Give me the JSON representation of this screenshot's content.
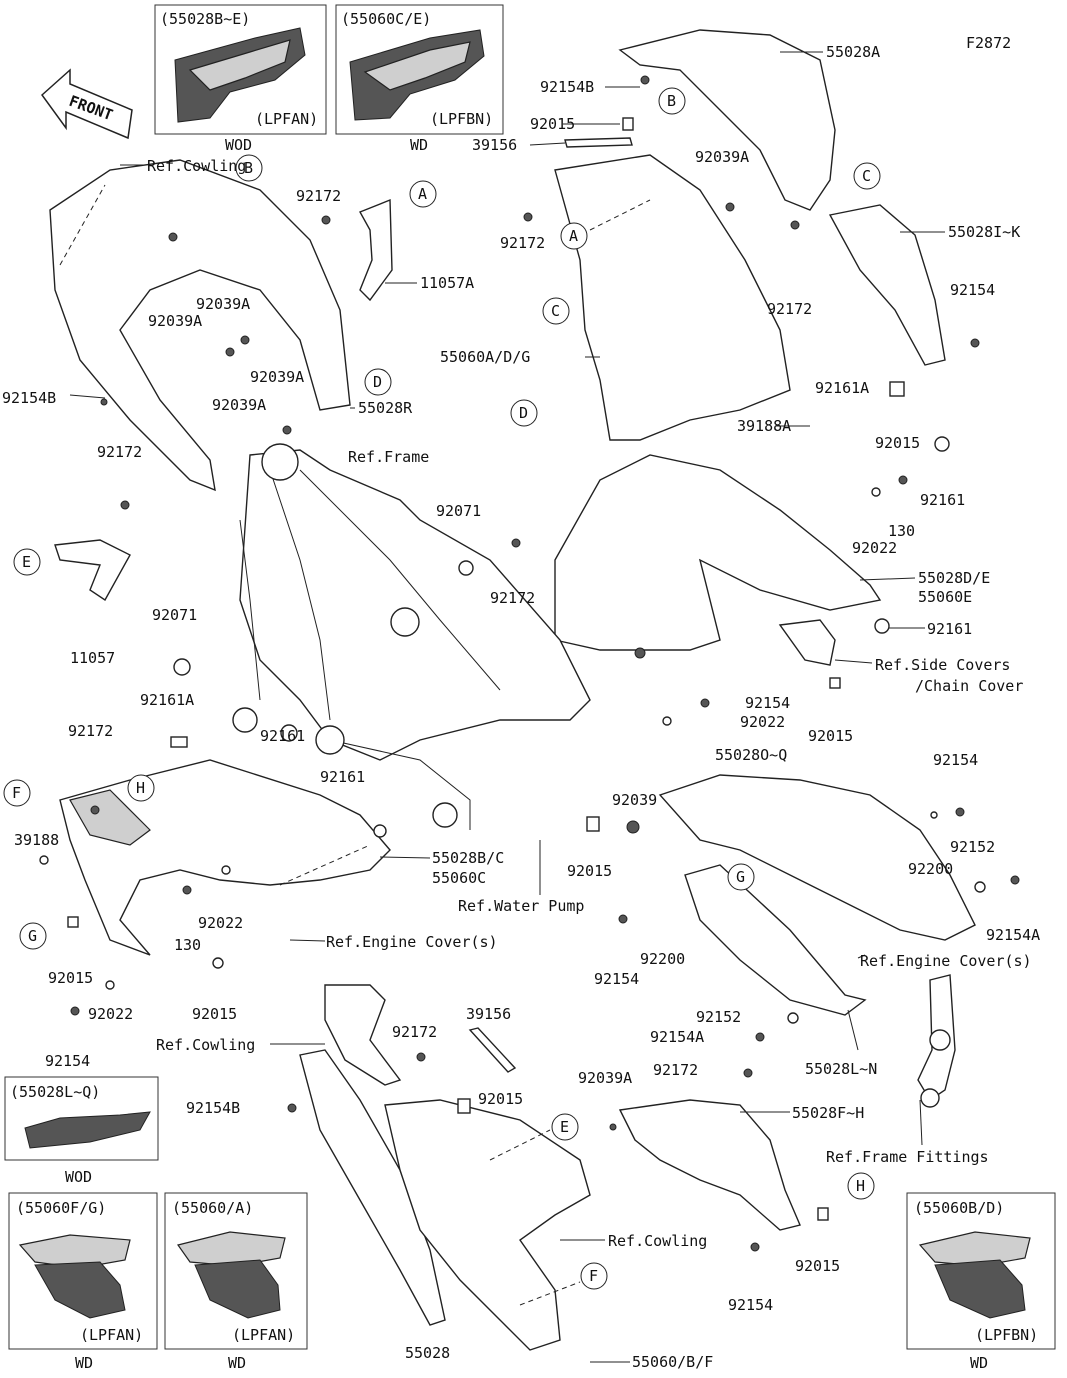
{
  "figure_code": "F2872",
  "front_arrow": "FRONT",
  "part_labels": {
    "p55028A": "55028A",
    "p92154B_top": "92154B",
    "p92015_top": "92015",
    "p39156_top": "39156",
    "p92039A_top": "92039A",
    "p92172_top": "92172",
    "p550281K": "55028I~K",
    "p92154_r": "92154",
    "p92172_r": "92172",
    "p55060ADG": "55060A/D/G",
    "p39188A": "39188A",
    "p92161A_r": "92161A",
    "p92015_r": "92015",
    "p92161_r": "92161",
    "p130_r": "130",
    "p92022_r": "92022",
    "p55028DE": "55028D/E",
    "p55060E": "55060E",
    "p92161_r2": "92161",
    "p92071_c": "92071",
    "p92172_c": "92172",
    "p92154_c": "92154",
    "p92022_c": "92022",
    "p92015_c": "92015",
    "p92172_l": "92172",
    "p92039A_l1": "92039A",
    "p92039A_l2": "92039A",
    "p92039A_l3": "92039A",
    "p92039A_l4": "92039A",
    "p11057A": "11057A",
    "p92154B_l": "92154B",
    "p55028R": "55028R",
    "p92172_l2": "92172",
    "p11057": "11057",
    "p92071_l": "92071",
    "p92161A_l": "92161A",
    "p92161_l": "92161",
    "p92161_l2": "92161",
    "p92172_l3": "92172",
    "p39188": "39188",
    "p55028BC": "55028B/C",
    "p55060C": "55060C",
    "p130_l": "130",
    "p92022_l": "92022",
    "p92015_l": "92015",
    "p92022_l2": "92022",
    "p92015_l2": "92015",
    "p92154_l": "92154",
    "p92039_m": "92039",
    "p92015_m": "92015",
    "p55028OQ": "55028O~Q",
    "p92154_m": "92154",
    "p92200_m": "92200",
    "p92152_m": "92152",
    "p92154A_m": "92154A",
    "p92200_m2": "92200",
    "p92154_m2": "92154",
    "p92152_m2": "92152",
    "p92154A_m2": "92154A",
    "p55028LN": "55028L~N",
    "p39156_b": "39156",
    "p92172_b": "92172",
    "p92154B_b": "92154B",
    "p92015_b": "92015",
    "p92039A_b": "92039A",
    "p92172_b2": "92172",
    "p55028FH": "55028F~H",
    "p92015_b2": "92015",
    "p92154_b": "92154",
    "p55028_b": "55028",
    "p55060BF": "55060/B/F"
  },
  "ref_labels": {
    "cowling_top": "Ref.Cowling",
    "frame": "Ref.Frame",
    "side_covers_1": "Ref.Side Covers",
    "side_covers_2": "/Chain Cover",
    "water_pump": "Ref.Water Pump",
    "engine_cover_l": "Ref.Engine Cover(s)",
    "engine_cover_r": "Ref.Engine Cover(s)",
    "cowling_mid": "Ref.Cowling",
    "cowling_bot": "Ref.Cowling",
    "frame_fittings": "Ref.Frame Fittings"
  },
  "callouts": [
    "A",
    "B",
    "C",
    "D",
    "E",
    "F",
    "G",
    "H"
  ],
  "insets": [
    {
      "code": "(55028B~E)",
      "variant": "(LPFAN)",
      "caption": "WOD"
    },
    {
      "code": "(55060C/E)",
      "variant": "(LPFBN)",
      "caption": "WD"
    },
    {
      "code": "(55028L~Q)",
      "variant": "",
      "caption": "WOD"
    },
    {
      "code": "(55060F/G)",
      "variant": "(LPFAN)",
      "caption": "WD"
    },
    {
      "code": "(55060/A)",
      "variant": "(LPFAN)",
      "caption": "WD"
    },
    {
      "code": "(55060B/D)",
      "variant": "(LPFBN)",
      "caption": "WD"
    }
  ]
}
